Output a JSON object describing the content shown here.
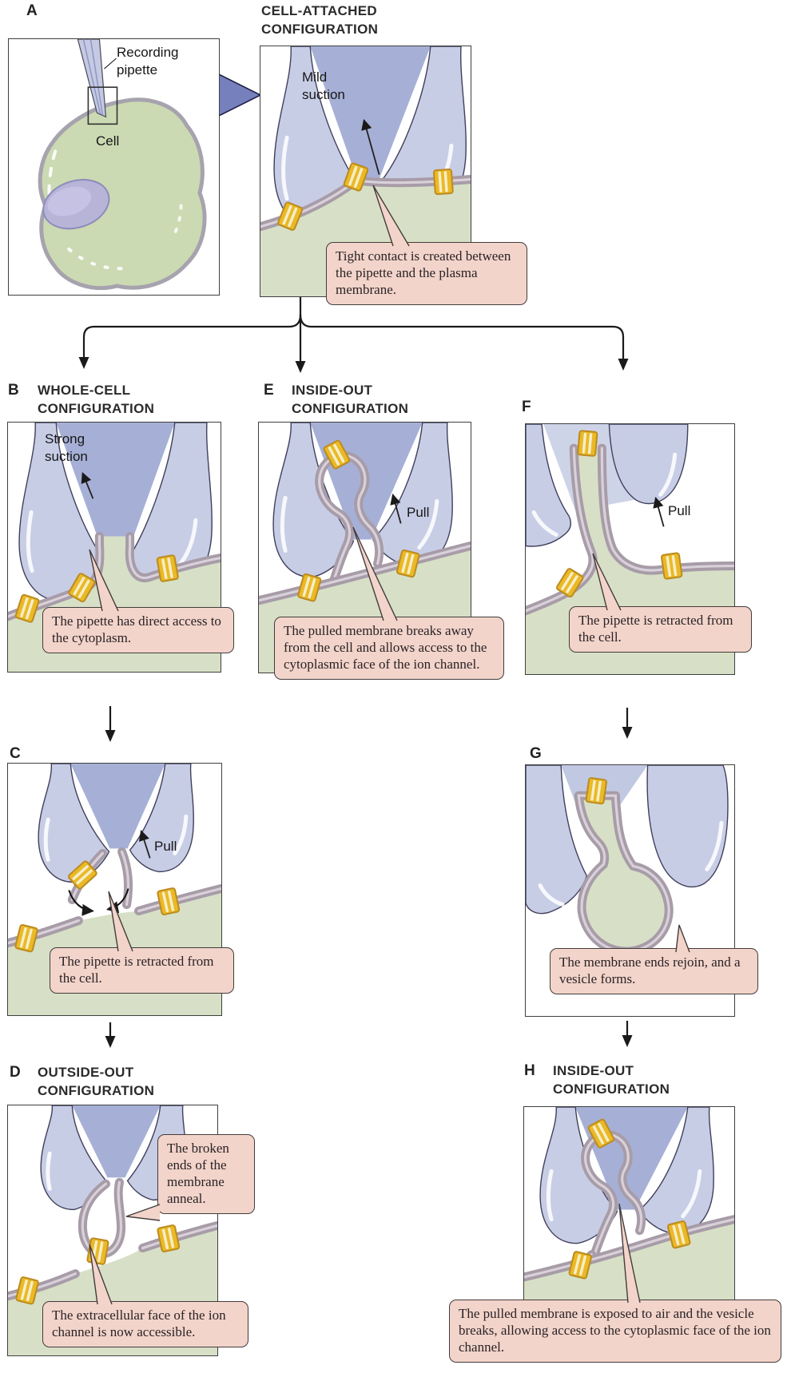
{
  "panels": {
    "a": {
      "letter": "A",
      "cell_label": "Cell",
      "pipette_label": "Recording pipette"
    },
    "cell_attached": {
      "title_line1": "CELL-ATTACHED",
      "title_line2": "CONFIGURATION",
      "suction_label": "Mild suction",
      "callout": "Tight contact is created between the pipette and the plasma membrane."
    },
    "b": {
      "letter": "B",
      "title_line1": "WHOLE-CELL",
      "title_line2": "CONFIGURATION",
      "suction_label": "Strong suction",
      "callout": "The pipette has direct access to the cytoplasm."
    },
    "c": {
      "letter": "C",
      "pull_label": "Pull",
      "callout": "The pipette is retracted from the cell."
    },
    "d": {
      "letter": "D",
      "title_line1": "OUTSIDE-OUT",
      "title_line2": "CONFIGURATION",
      "callout_broken_ends": "The broken ends of the membrane anneal.",
      "callout_extracellular": "The extracellular face of the ion channel is now accessible."
    },
    "e": {
      "letter": "E",
      "title_line1": "INSIDE-OUT",
      "title_line2": "CONFIGURATION",
      "pull_label": "Pull",
      "callout": "The pulled membrane breaks away from the cell and allows access to the cytoplasmic face of the ion channel."
    },
    "f": {
      "letter": "F",
      "pull_label": "Pull",
      "callout": "The pipette is retracted from the cell."
    },
    "g": {
      "letter": "G",
      "callout": "The membrane ends rejoin, and a vesicle forms."
    },
    "h": {
      "letter": "H",
      "title_line1": "INSIDE-OUT",
      "title_line2": "CONFIGURATION",
      "callout": "The pulled membrane is exposed to air and the vesicle breaks, allowing access to the cytoplasmic face of the ion channel."
    }
  },
  "colors": {
    "pipette_fill": "#c8cde6",
    "pipette_inner": "#a6b0d6",
    "membrane": "#a79ca8",
    "membrane_gap": "#d9d1d9",
    "channel_fill": "#eab926",
    "channel_outline": "#bc8b20",
    "channel_stripe": "#f6eec9",
    "cytoplasm": "#d7e0c6",
    "cell_fill": "#cbdab2",
    "nucleus_fill": "#b7b4d8",
    "callout_bg": "#f2d4ca",
    "arrow_blue": "#7680bc"
  }
}
